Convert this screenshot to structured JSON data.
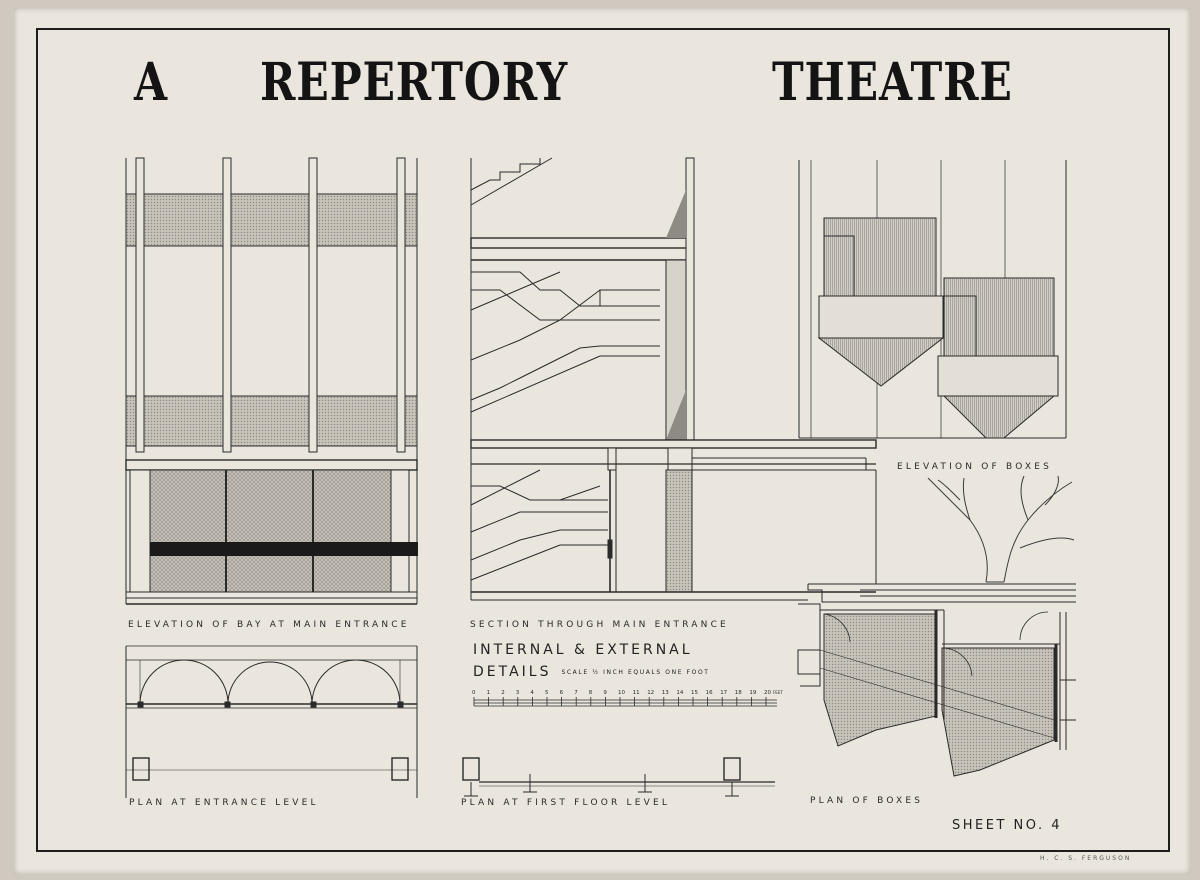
{
  "title_words": [
    "A",
    "REPERTORY",
    "THEATRE"
  ],
  "labels": {
    "elevation_bay": "ELEVATION OF BAY AT MAIN ENTRANCE",
    "section_entrance": "SECTION THROUGH MAIN ENTRANCE",
    "elevation_boxes": "ELEVATION OF BOXES",
    "plan_entrance": "PLAN AT ENTRANCE LEVEL",
    "plan_first_floor": "PLAN AT FIRST FLOOR LEVEL",
    "plan_boxes": "PLAN OF BOXES"
  },
  "details_heading": {
    "line1": "INTERNAL & EXTERNAL",
    "line2": "DETAILS",
    "scale_note": "SCALE ½ INCH EQUALS ONE FOOT"
  },
  "scale_bar": {
    "ticks": [
      "0",
      "1",
      "2",
      "3",
      "4",
      "5",
      "6",
      "7",
      "8",
      "9",
      "10",
      "11",
      "12",
      "13",
      "14",
      "15",
      "16",
      "17",
      "18",
      "19",
      "20"
    ],
    "unit": "FEET"
  },
  "sheet_number": "SHEET NO. 4",
  "author": "H. C. S. FERGUSON",
  "colors": {
    "paper": "#ebe6dd",
    "ink": "#1d1d1d",
    "hatch": "#9a9690",
    "dark_band": "#1a1a1a"
  }
}
